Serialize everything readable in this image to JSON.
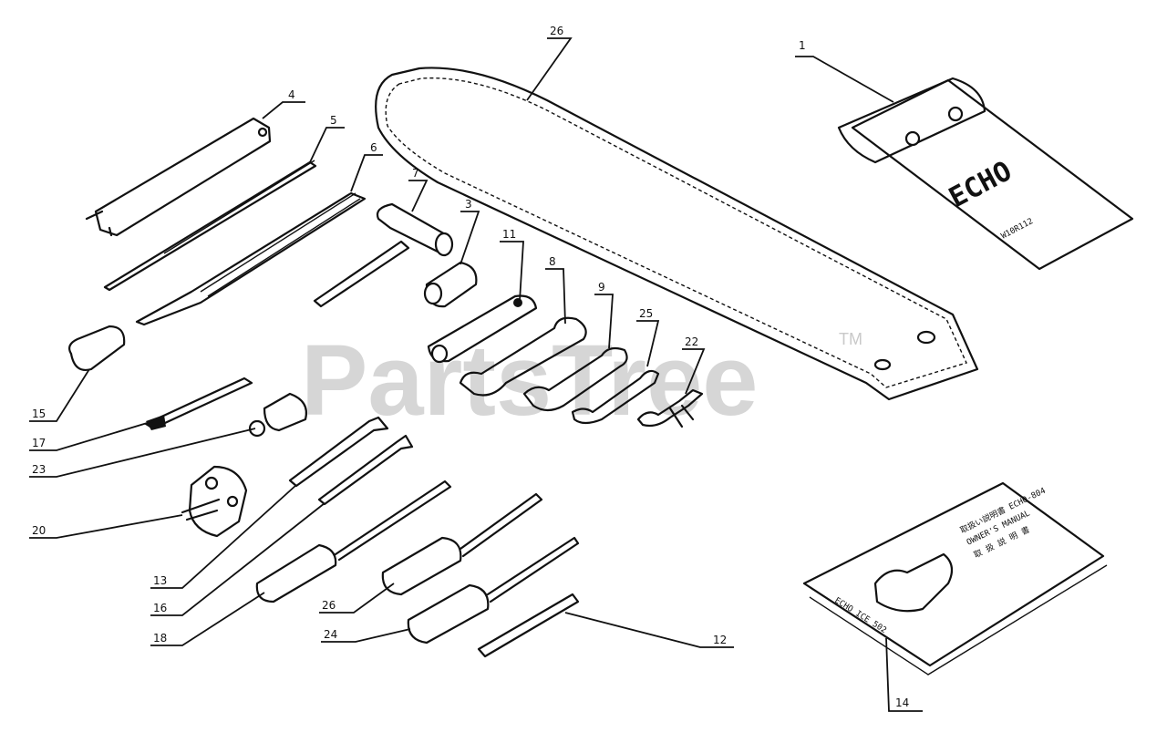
{
  "watermark": {
    "text": "PartsTree",
    "tm": "TM"
  },
  "pouch": {
    "brand": "ECHO",
    "part_code": "W10R112"
  },
  "manual": {
    "lines": [
      "取扱い説明書 ECHO-804",
      "OWNER'S MANUAL",
      "取 扱 説 明 書"
    ],
    "footer": "ECHO ICE 502"
  },
  "callouts": [
    {
      "id": "c1",
      "label": "1"
    },
    {
      "id": "c26a",
      "label": "26"
    },
    {
      "id": "c4",
      "label": "4"
    },
    {
      "id": "c5",
      "label": "5"
    },
    {
      "id": "c6",
      "label": "6"
    },
    {
      "id": "c7",
      "label": "7"
    },
    {
      "id": "c3",
      "label": "3"
    },
    {
      "id": "c11",
      "label": "11"
    },
    {
      "id": "c8",
      "label": "8"
    },
    {
      "id": "c9",
      "label": "9"
    },
    {
      "id": "c25",
      "label": "25"
    },
    {
      "id": "c22",
      "label": "22"
    },
    {
      "id": "c15",
      "label": "15"
    },
    {
      "id": "c17",
      "label": "17"
    },
    {
      "id": "c23",
      "label": "23"
    },
    {
      "id": "c20",
      "label": "20"
    },
    {
      "id": "c13",
      "label": "13"
    },
    {
      "id": "c16",
      "label": "16"
    },
    {
      "id": "c18",
      "label": "18"
    },
    {
      "id": "c26b",
      "label": "26"
    },
    {
      "id": "c24",
      "label": "24"
    },
    {
      "id": "c12",
      "label": "12"
    },
    {
      "id": "c14",
      "label": "14"
    }
  ]
}
